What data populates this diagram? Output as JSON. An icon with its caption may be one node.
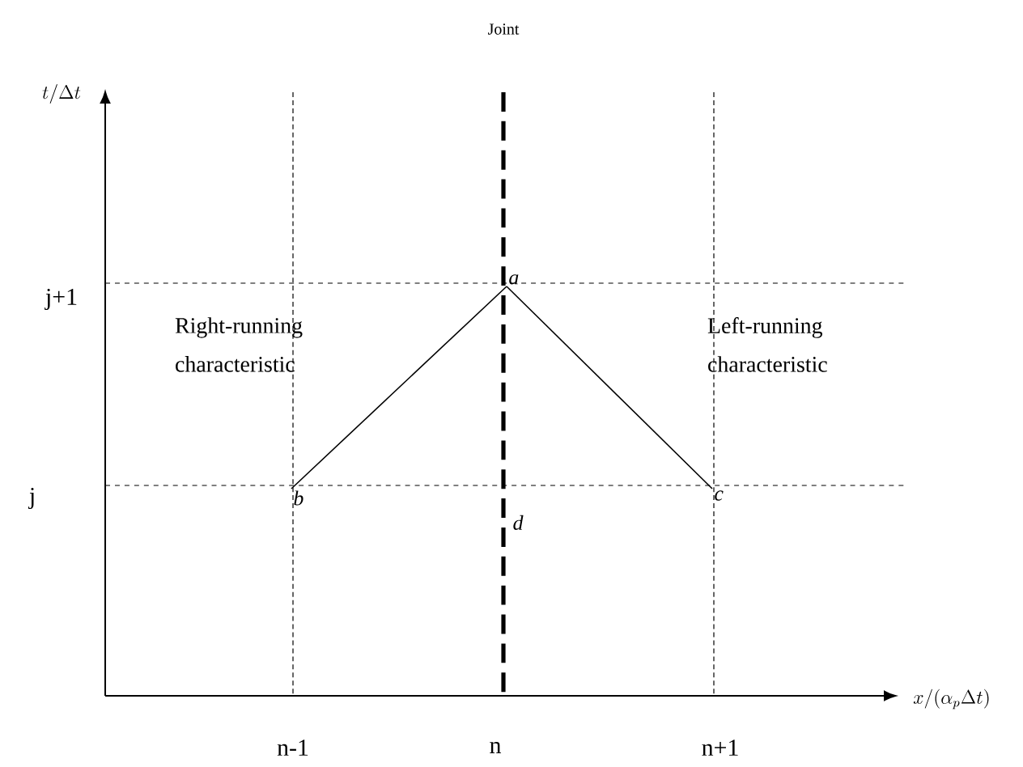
{
  "diagram": {
    "nodes": [
      {
        "text": [
          "a"
        ]
      },
      {
        "text": [
          "b"
        ]
      },
      {
        "text": [
          "c"
        ]
      }
    ],
    "edges": [
      {
        "from": 1,
        "to": 0,
        "arrow": "none"
      },
      {
        "from": 2,
        "to": 0,
        "arrow": "none"
      }
    ],
    "labels": [
      "Joint",
      "t/\\Delta t",
      "j+1",
      "Right-running characteristic",
      "Left-running characteristic",
      "j",
      "d",
      "n-1",
      "n",
      "n+1",
      "x/(\\alpha_{p}\\Delta t)"
    ]
  }
}
